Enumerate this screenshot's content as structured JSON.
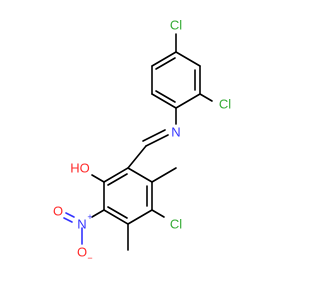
{
  "molecule": {
    "colors": {
      "carbon_bond": "#000000",
      "chlorine": "#33aa33",
      "nitrogen": "#3333ff",
      "oxygen": "#ff2a2a"
    },
    "atoms": {
      "cl_top": {
        "symbol": "Cl",
        "color_key": "chlorine"
      },
      "cl_ortho": {
        "symbol": "Cl",
        "color_key": "chlorine"
      },
      "n_imine": {
        "symbol": "N",
        "color_key": "nitrogen"
      },
      "ho": {
        "symbol": "HO",
        "color_key": "oxygen"
      },
      "cl_ring": {
        "symbol": "Cl",
        "color_key": "chlorine"
      },
      "n_nitro": {
        "symbol": "N",
        "color_key": "nitrogen"
      },
      "n_nitro_charge": {
        "symbol": "+",
        "color_key": "nitrogen"
      },
      "o_double": {
        "symbol": "O",
        "color_key": "oxygen"
      },
      "o_single": {
        "symbol": "O",
        "color_key": "oxygen"
      },
      "o_single_charge": {
        "symbol": "−",
        "color_key": "oxygen"
      }
    }
  }
}
